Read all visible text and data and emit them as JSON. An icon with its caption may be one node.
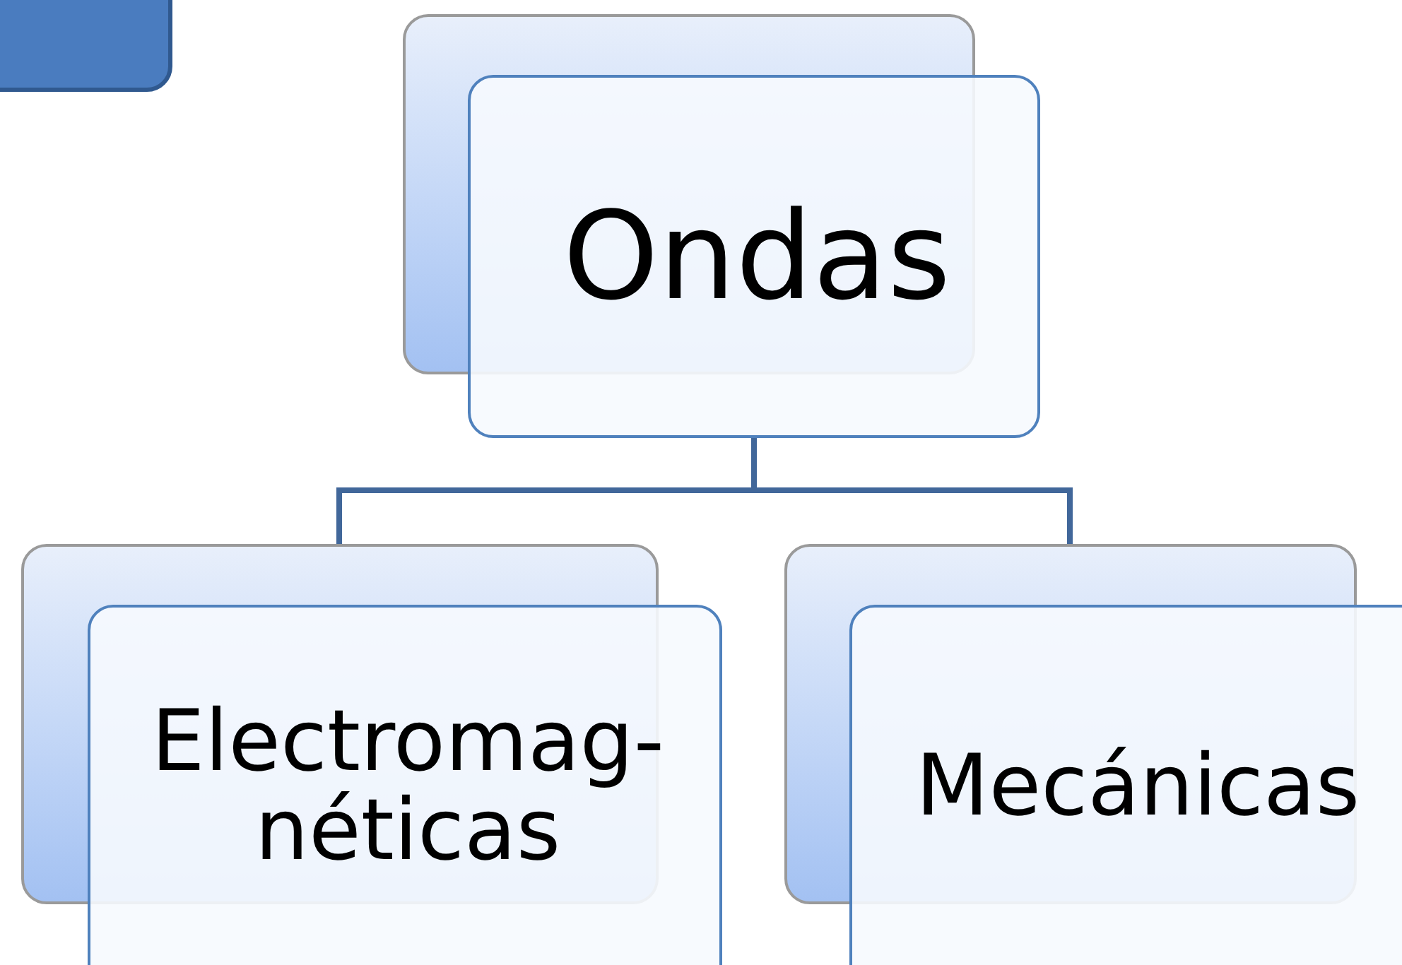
{
  "diagram": {
    "nodes": [
      {
        "text": [
          "Ondas"
        ]
      },
      {
        "text": [
          "Electromag- néticas"
        ]
      },
      {
        "text": [
          "Mecánicas"
        ]
      }
    ],
    "edges": [
      {
        "from": 0,
        "to": 1,
        "arrow": "none"
      },
      {
        "from": 0,
        "to": 2,
        "arrow": "none"
      }
    ]
  }
}
